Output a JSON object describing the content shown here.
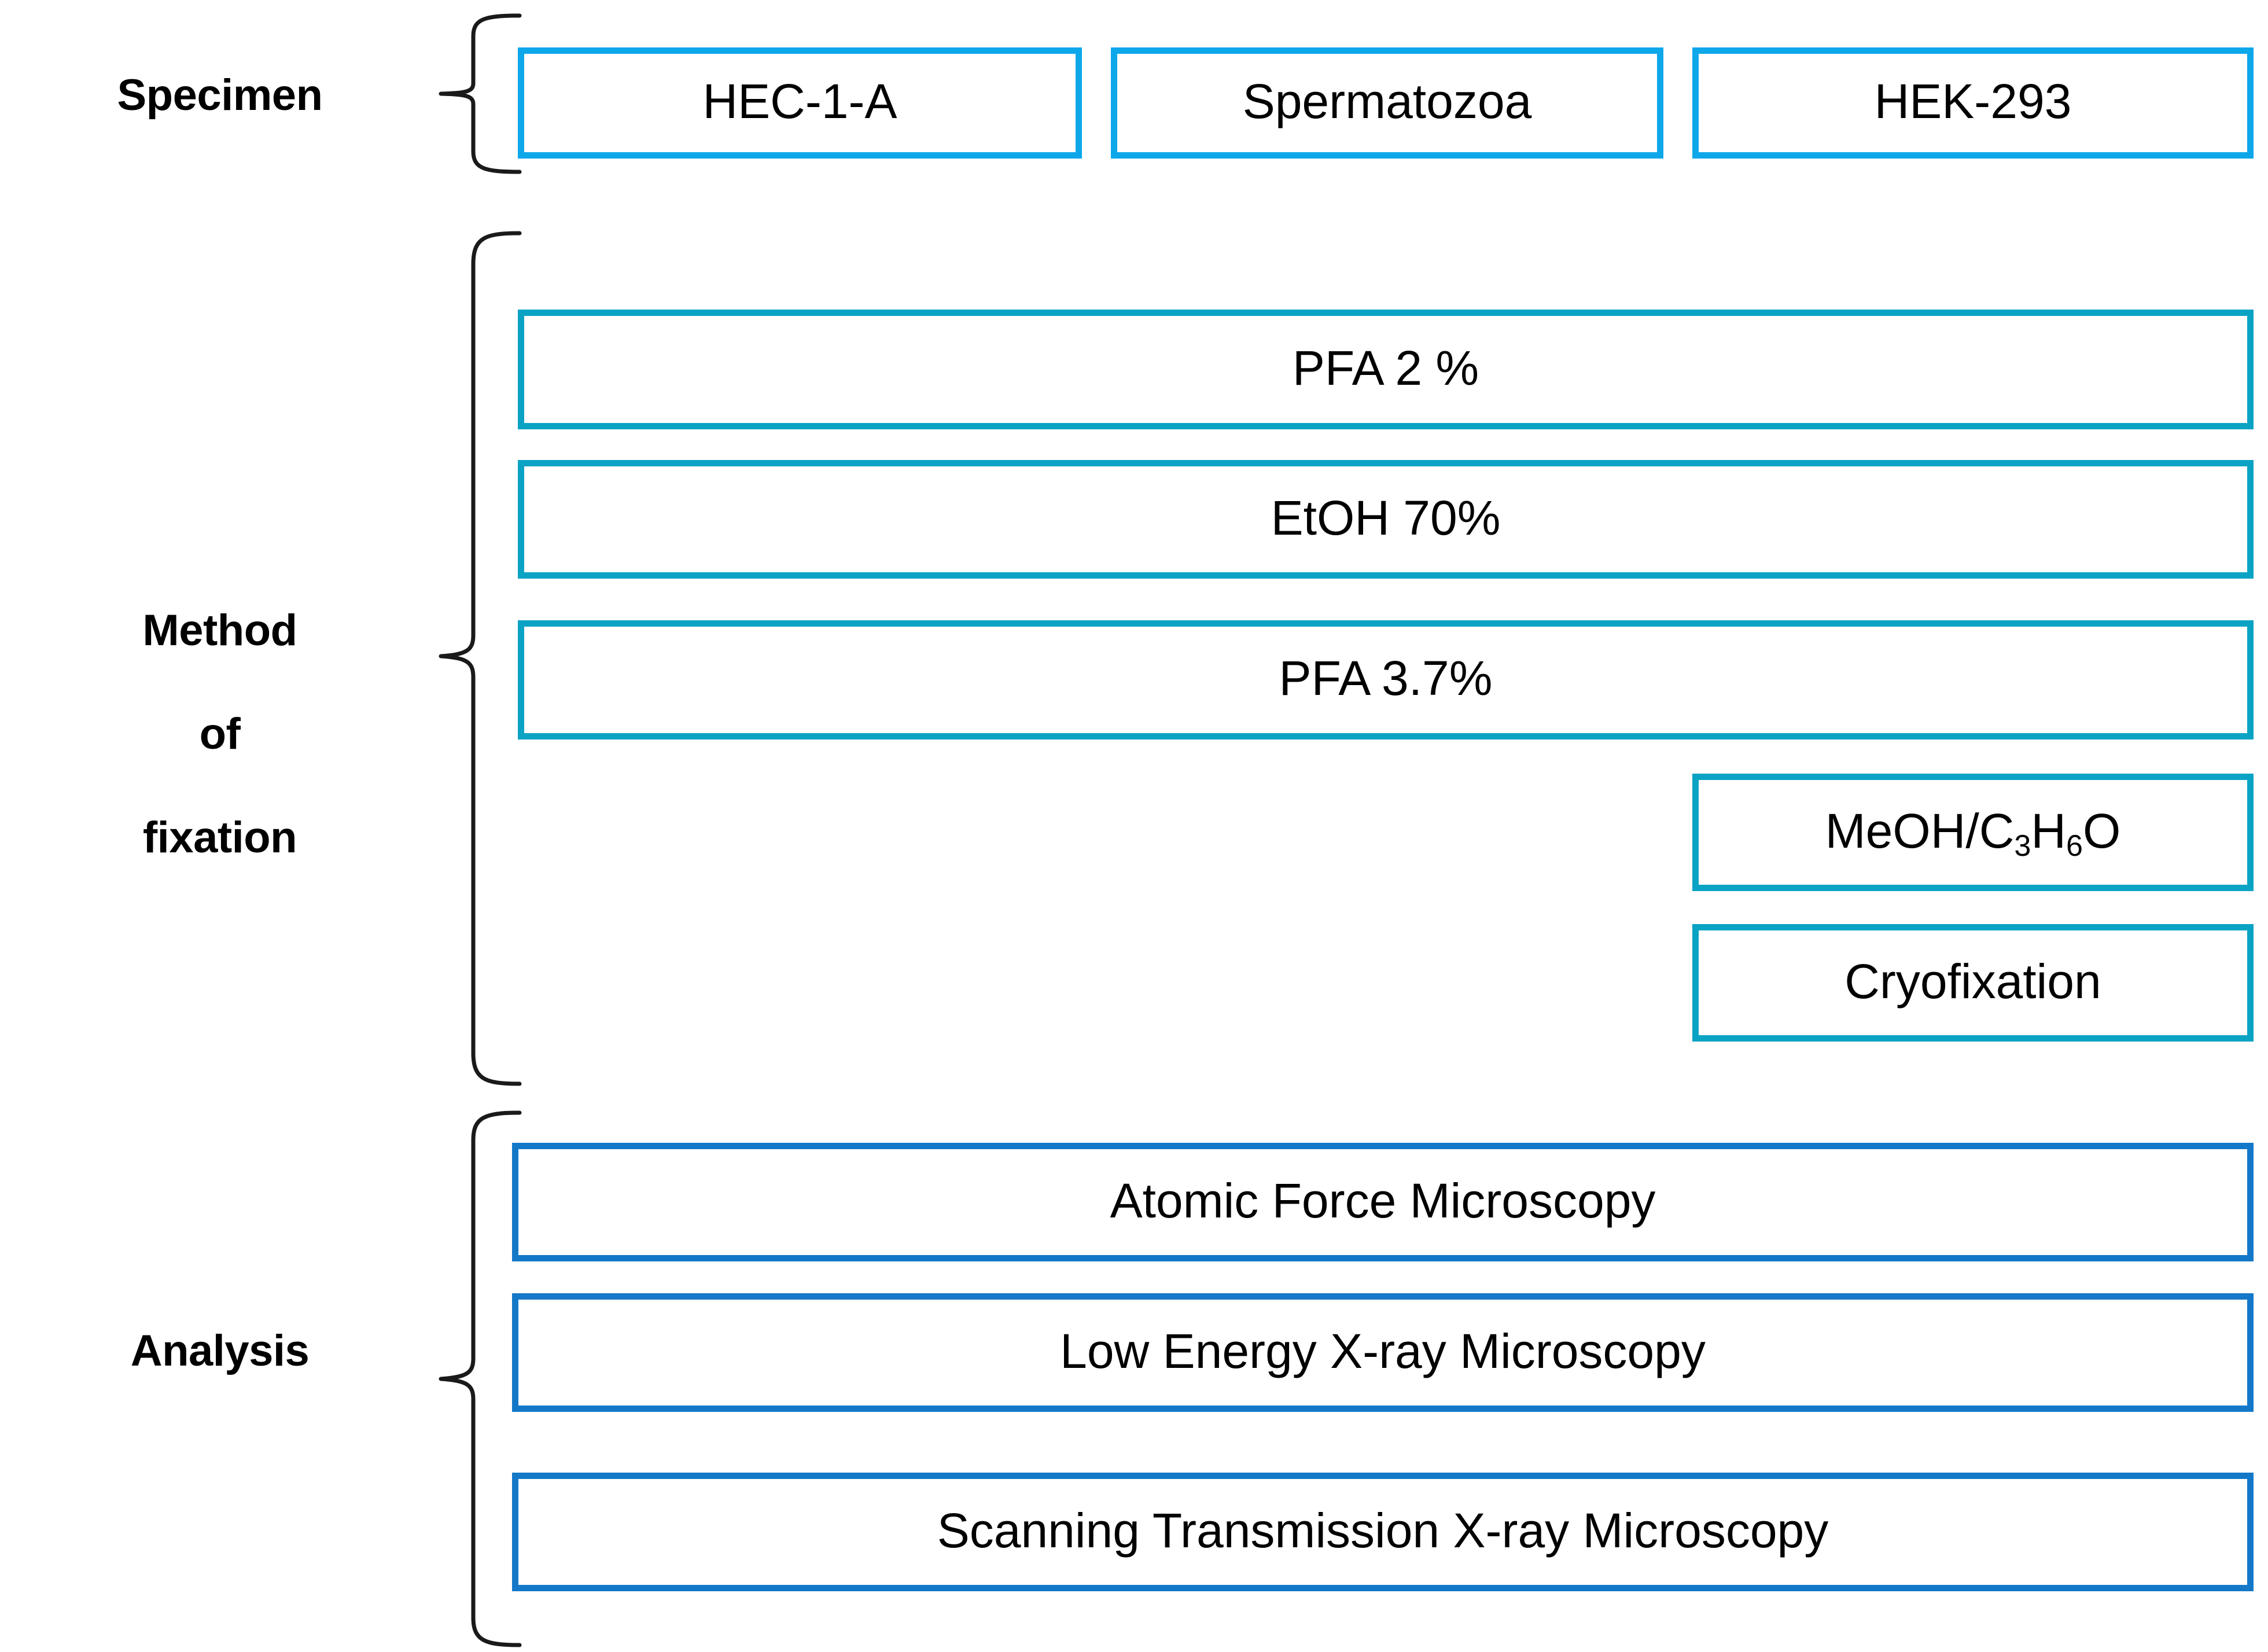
{
  "diagram": {
    "type": "flow-hierarchy",
    "background_color": "#ffffff",
    "sections": [
      {
        "id": "specimen",
        "label": "Specimen",
        "accent_color": "#0EA7EA",
        "items": [
          "HEC-1-A",
          "Spermatozoa",
          "HEK-293"
        ]
      },
      {
        "id": "method",
        "label": "Method\nof\nfixation",
        "accent_color": "#0BA3C4",
        "items": [
          "PFA 2 %",
          "EtOH 70%",
          "PFA 3.7%",
          "MeOH/C3H6O",
          "Cryofixation"
        ]
      },
      {
        "id": "analysis",
        "label": "Analysis",
        "accent_color": "#1478C8",
        "items": [
          "Atomic Force Microscopy",
          "Low Energy X-ray Microscopy",
          "Scanning Transmission X-ray Microscopy"
        ]
      }
    ]
  },
  "specimen": {
    "label": "Specimen",
    "box_1": "HEC-1-A",
    "box_2": "Spermatozoa",
    "box_3": "HEK-293"
  },
  "method": {
    "label_line_1": "Method",
    "label_line_2": "of",
    "label_line_3": "fixation",
    "box_1": "PFA 2 %",
    "box_2": "EtOH 70%",
    "box_3": "PFA 3.7%",
    "box_4_prefix": "MeOH/C",
    "box_4_sub_1": "3",
    "box_4_mid": "H",
    "box_4_sub_2": "6",
    "box_4_suffix": "O",
    "box_5": "Cryofixation"
  },
  "analysis": {
    "label": "Analysis",
    "box_1": "Atomic Force Microscopy",
    "box_2": "Low Energy X-ray Microscopy",
    "box_3": "Scanning Transmission X-ray Microscopy"
  },
  "colors": {
    "specimen_accent": "#0EA7EA",
    "method_accent": "#0BA3C4",
    "analysis_accent": "#1478C8",
    "brace_stroke": "#1A1A1A",
    "text": "#000000"
  }
}
